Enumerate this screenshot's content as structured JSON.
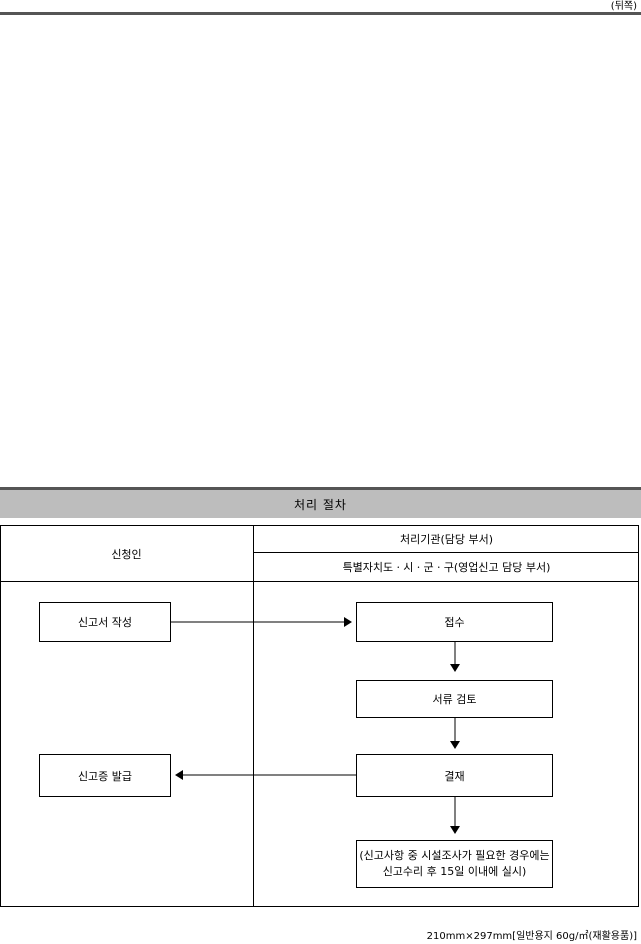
{
  "page": {
    "reverse_label": "(뒤쪽)",
    "footer": "210mm×297mm[일반용지 60g/㎡(재활용품)]"
  },
  "section": {
    "title": "처리 절차"
  },
  "table": {
    "applicant": "신청인",
    "agency": "처리기관(담당 부서)",
    "agency_detail": "특별자치도ㆍ시ㆍ군ㆍ구(영업신고 담당 부서)"
  },
  "flow": {
    "write_report": "신고서 작성",
    "receipt": "접수",
    "review": "서류 검토",
    "approval": "결재",
    "note_line1": "(신고사항 중 시설조사가 필요한 경우에는",
    "note_line2": "신고수리 후 15일 이내에 실시)",
    "issue_certificate": "신고증 발급"
  }
}
